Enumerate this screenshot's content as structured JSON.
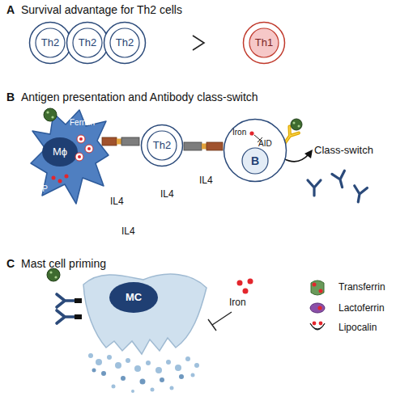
{
  "diagram": {
    "nodes": [
      {
        "text": [
          "Th2"
        ]
      },
      {
        "text": [
          "Th2"
        ]
      },
      {
        "text": [
          "Th2"
        ]
      },
      {
        "text": [
          "Th1"
        ]
      },
      {
        "text": [
          "Mϕ",
          "Ferritin",
          "LIP"
        ]
      },
      {
        "text": [
          "Th2"
        ]
      },
      {
        "text": [
          "Iron",
          "AID",
          "B"
        ]
      },
      {
        "text": [
          "MC"
        ]
      }
    ],
    "labels": [
      "A",
      "Survival advantage for Th2 cells",
      "B",
      "Antigen presentation and Antibody class-switch",
      "Class-switch",
      "IL4",
      "IL4",
      "IL4",
      "IL4",
      "C",
      "Mast cell priming",
      "Iron"
    ],
    "legend": [
      {
        "text": "Transferrin"
      },
      {
        "text": "Lactoferrin"
      },
      {
        "text": "Lipocalin"
      }
    ]
  }
}
